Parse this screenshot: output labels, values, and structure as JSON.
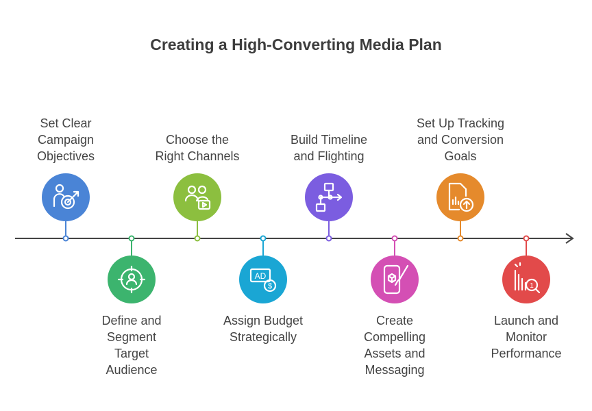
{
  "title": "Creating a High-Converting Media Plan",
  "steps": [
    {
      "lines": [
        "Set Clear",
        "Campaign",
        "Objectives"
      ],
      "color": "#4a84d6",
      "icon": "target-person-icon",
      "position": "above"
    },
    {
      "lines": [
        "Define and",
        "Segment",
        "Target",
        "Audience"
      ],
      "color": "#3cb46e",
      "icon": "audience-crosshair-icon",
      "position": "below"
    },
    {
      "lines": [
        "Choose the",
        "Right Channels"
      ],
      "color": "#8cbf3f",
      "icon": "channels-video-icon",
      "position": "above"
    },
    {
      "lines": [
        "Assign Budget",
        "Strategically"
      ],
      "color": "#1aa6d4",
      "icon": "ad-budget-icon",
      "position": "below"
    },
    {
      "lines": [
        "Build Timeline",
        "and Flighting"
      ],
      "color": "#7b5de0",
      "icon": "flowchart-icon",
      "position": "above"
    },
    {
      "lines": [
        "Create",
        "Compelling",
        "Assets and",
        "Messaging"
      ],
      "color": "#d44fb4",
      "icon": "phone-brush-icon",
      "position": "below"
    },
    {
      "lines": [
        "Set Up Tracking",
        "and Conversion",
        "Goals"
      ],
      "color": "#e58a2c",
      "icon": "tracking-report-icon",
      "position": "above"
    },
    {
      "lines": [
        "Launch and",
        "Monitor",
        "Performance"
      ],
      "color": "#e24a4a",
      "icon": "chart-magnify-icon",
      "position": "below"
    }
  ]
}
